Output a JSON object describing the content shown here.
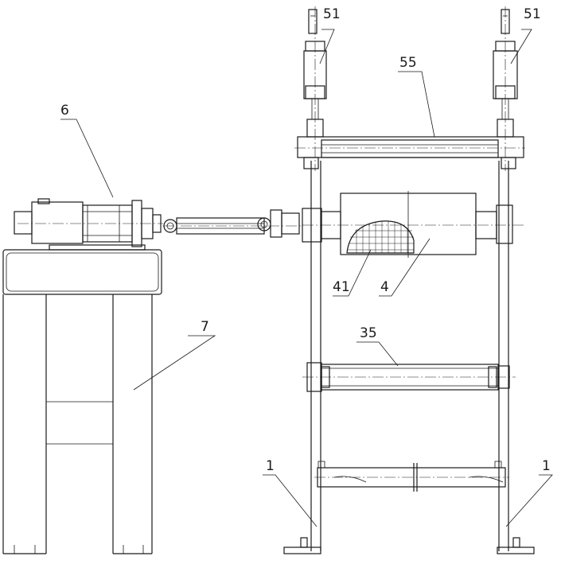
{
  "labels": {
    "frame_left": "1",
    "frame_right": "1",
    "roller_35": "35",
    "roller_4": "4",
    "pattern_41": "41",
    "cylinder_left": "51",
    "cylinder_right": "51",
    "roller_55": "55",
    "motor_6": "6",
    "stand_7": "7"
  }
}
